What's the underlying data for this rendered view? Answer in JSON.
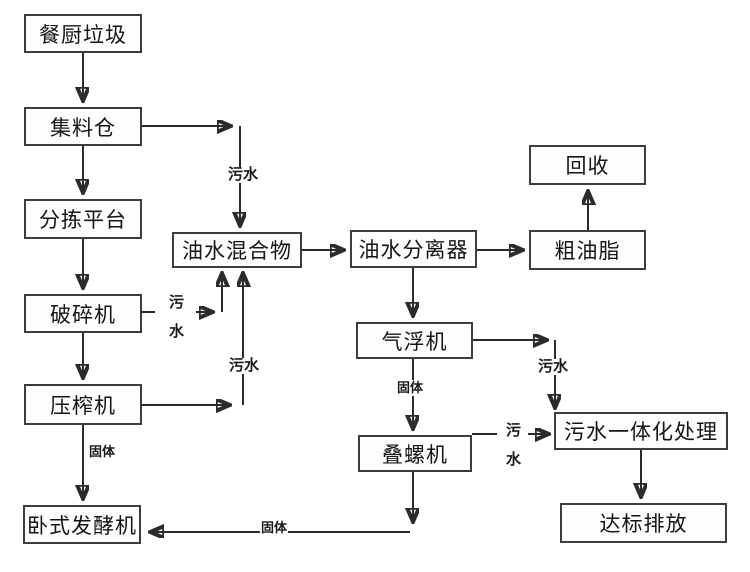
{
  "diagram": {
    "type": "flowchart",
    "background_color": "#ffffff",
    "line_color": "#2b2b2b",
    "box_border_color": "#3d3d3d",
    "text_color": "#151515",
    "nodes": {
      "kitchen_waste": {
        "label": "餐厨垃圾"
      },
      "collection_bin": {
        "label": "集料仓"
      },
      "sorting_platform": {
        "label": "分拣平台"
      },
      "crusher": {
        "label": "破碎机"
      },
      "press": {
        "label": "压榨机"
      },
      "horizontal_fermenter": {
        "label": "卧式发酵机"
      },
      "oil_water_mixture": {
        "label": "油水混合物"
      },
      "oil_water_separator": {
        "label": "油水分离器"
      },
      "recycling": {
        "label": "回收"
      },
      "crude_grease": {
        "label": "粗油脂"
      },
      "air_flotation": {
        "label": "气浮机"
      },
      "screw_stacking": {
        "label": "叠螺机"
      },
      "sewage_treatment": {
        "label": "污水一体化处理"
      },
      "discharge": {
        "label": "达标排放"
      }
    },
    "edge_labels": {
      "sewage_bin_to_mixture": "污水",
      "sewage_crusher_to_mixture": "污水",
      "sewage_press_to_mixture": "污水",
      "solid_press_to_fermenter": "固体",
      "sewage_flotation_to_treatment": "污水",
      "solid_flotation_to_screw": "固体",
      "sewage_screw_to_treatment": "污水",
      "solid_screw_to_fermenter": "固体"
    }
  }
}
